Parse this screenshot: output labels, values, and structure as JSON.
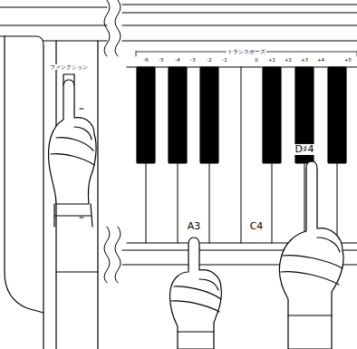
{
  "diagram": {
    "labels": [
      "ファンクション",
      "トランスポーズ",
      "-6",
      "-5",
      "-4",
      "-3",
      "-2",
      "-1",
      "0",
      "+1",
      "+2",
      "+3",
      "+4",
      "+5",
      "A3",
      "C4",
      "D♯4"
    ]
  }
}
